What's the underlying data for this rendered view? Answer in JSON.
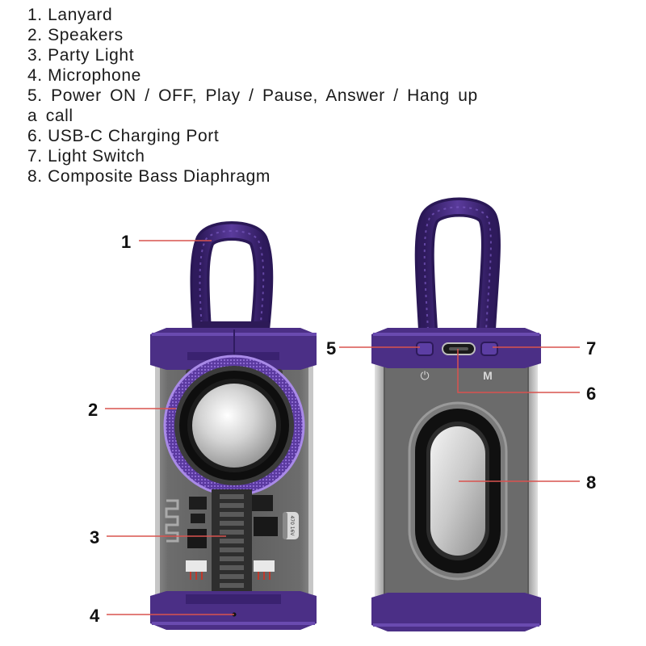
{
  "legend": {
    "items": [
      "1. Lanyard",
      "2. Speakers",
      "3. Party Light",
      "4. Microphone",
      "5.  Power  ON  /  OFF,  Play  /  Pause,  Answer  /  Hang up a call",
      "6. USB-C Charging Port",
      "7. Light Switch",
      "8. Composite Bass Diaphragm"
    ]
  },
  "callouts": {
    "c1": "1",
    "c2": "2",
    "c3": "3",
    "c4": "4",
    "c5": "5",
    "c6": "6",
    "c7": "7",
    "c8": "8"
  },
  "device": {
    "button_power_symbol": "⏻",
    "button_mode_label": "M",
    "capacitor_text": "470 16V",
    "colors": {
      "purple": "#4b2f86",
      "purple_dark": "#321c63",
      "leader_line": "#d9534f",
      "body_gray": "#6f6f6f"
    }
  }
}
